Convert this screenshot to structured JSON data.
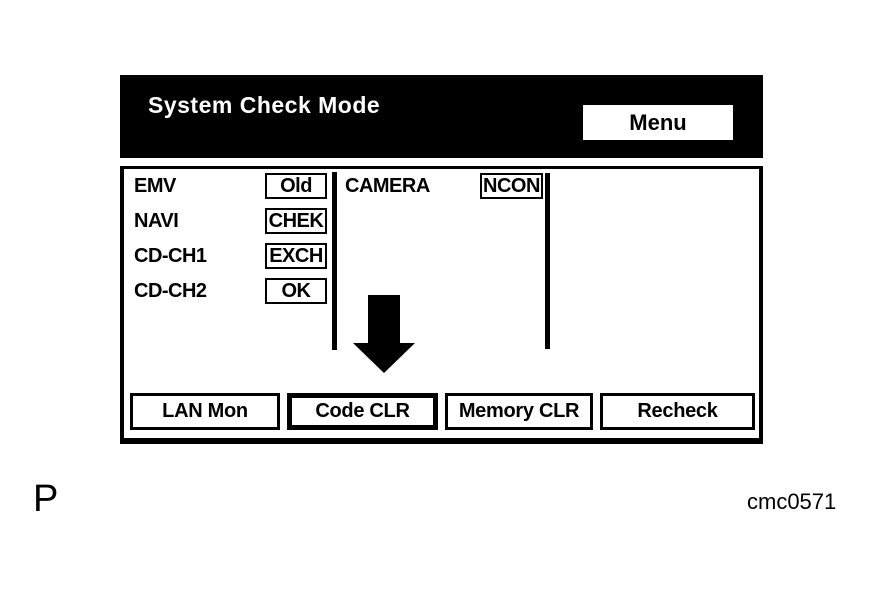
{
  "document": {
    "page_letter": "P",
    "figure_code": "cmc0571"
  },
  "screen": {
    "title": "System Check Mode",
    "menu_button_label": "Menu",
    "system_status_rows": [
      {
        "label": "EMV",
        "status": "Old"
      },
      {
        "label": "NAVI",
        "status": "CHEK"
      },
      {
        "label": "CD-CH1",
        "status": "EXCH"
      },
      {
        "label": "CD-CH2",
        "status": "OK"
      }
    ],
    "camera_status_row": {
      "label": "CAMERA",
      "status": "NCON"
    },
    "bottom_buttons": [
      {
        "label": "LAN Mon",
        "highlighted": false
      },
      {
        "label": "Code CLR",
        "highlighted": true
      },
      {
        "label": "Memory CLR",
        "highlighted": false
      },
      {
        "label": "Recheck",
        "highlighted": false
      }
    ],
    "icons": {
      "down_arrow": "solid black block arrow pointing down at Code CLR button"
    },
    "colors": {
      "ink": "#000000",
      "paper": "#ffffff",
      "header_bg": "#000000",
      "header_fg": "#ffffff"
    }
  }
}
